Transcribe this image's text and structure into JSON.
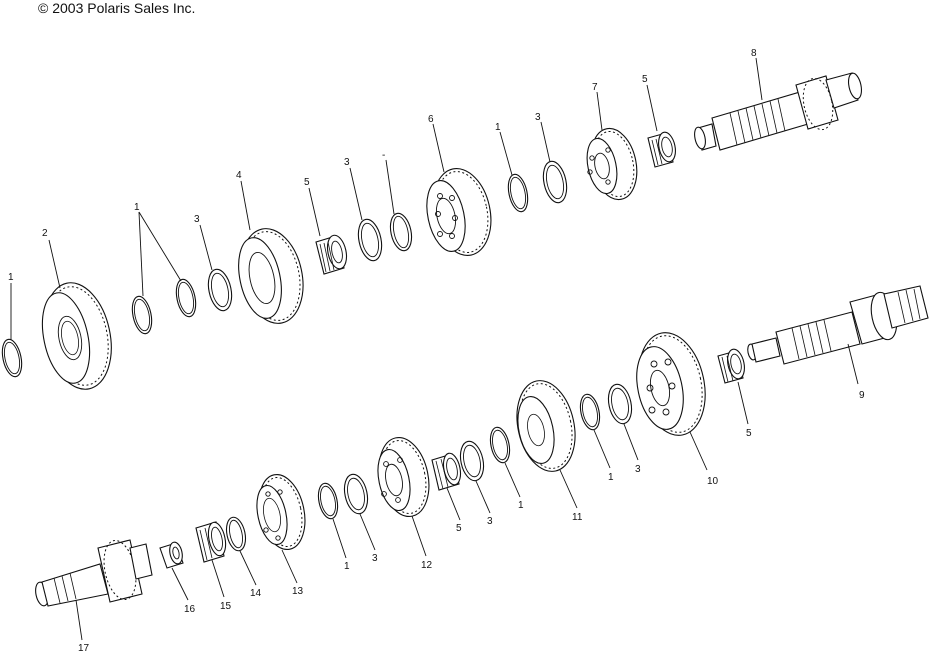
{
  "copyright": "© 2003 Polaris Sales Inc.",
  "callouts": {
    "r_1a": "1",
    "r_2": "2",
    "r_1b": "1",
    "r_3a": "3",
    "r_4": "4",
    "r_5a": "5",
    "r_3b": "3",
    "r_dash": "-",
    "r_6": "6",
    "r_1c": "1",
    "r_3c": "3",
    "r_7": "7",
    "r_5b": "5",
    "r_8": "8",
    "l_9": "9",
    "l_5c": "5",
    "l_10": "10",
    "l_3d": "3",
    "l_1d": "1",
    "l_11": "11",
    "l_1e": "1",
    "l_3e": "3",
    "l_5d": "5",
    "l_12": "12",
    "l_3f": "3",
    "l_1f": "1",
    "l_13": "13",
    "l_14": "14",
    "l_15": "15",
    "l_16": "16",
    "l_17": "17"
  }
}
